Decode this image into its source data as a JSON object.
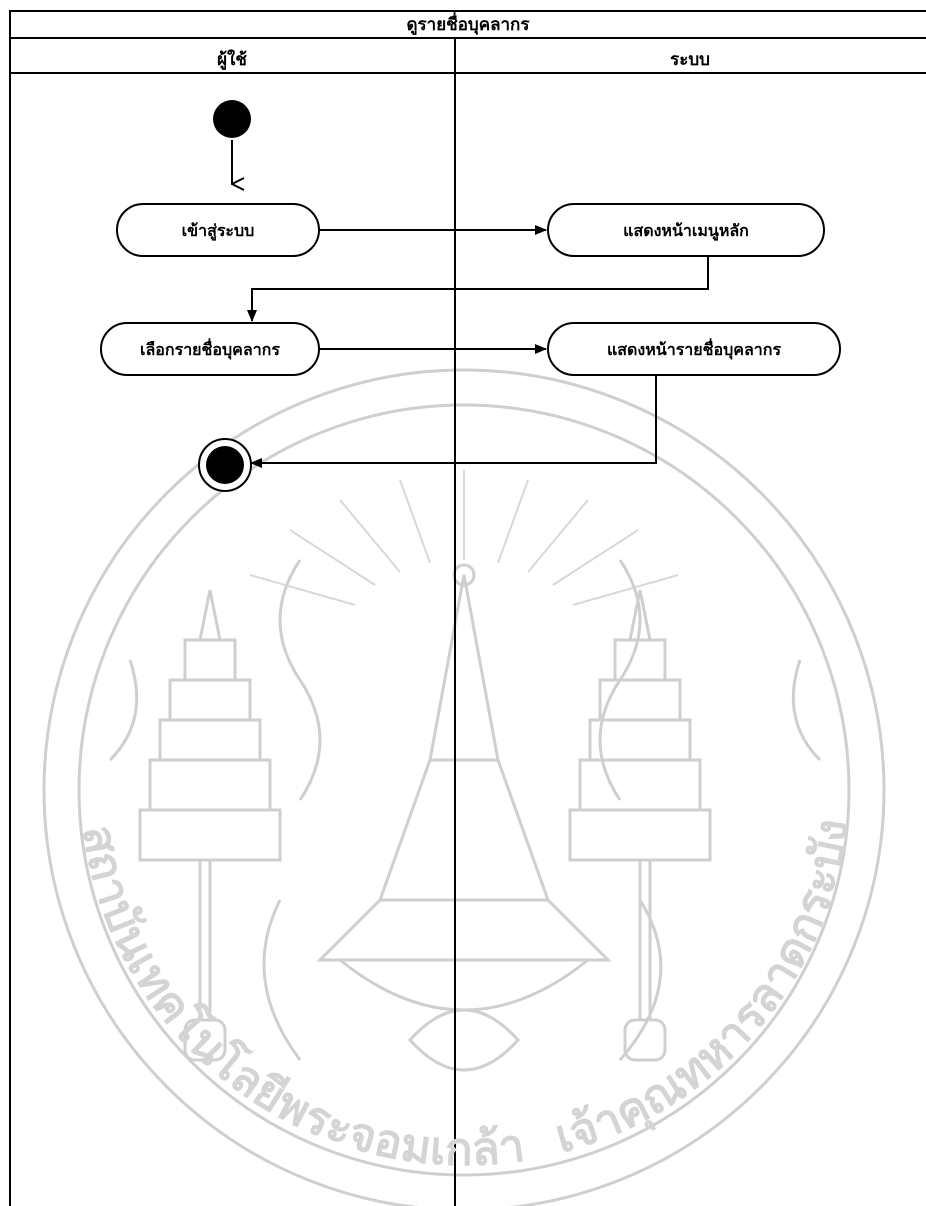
{
  "diagram": {
    "title": "ดูรายชื่อบุคลากร",
    "lanes": {
      "user": "ผู้ใช้",
      "system": "ระบบ"
    },
    "nodes": {
      "login": "เข้าสู่ระบบ",
      "show_main_menu": "แสดงหน้าเมนูหลัก",
      "select_staff_list": "เลือกรายชื่อบุคลากร",
      "show_staff_list": "แสดงหน้ารายชื่อบุคลากร"
    }
  },
  "watermark": {
    "text_left": "สถาบันเทคโนโลยีพระจอมเกล้า",
    "text_right": "เจ้าคุณทหารลาดกระบัง"
  }
}
